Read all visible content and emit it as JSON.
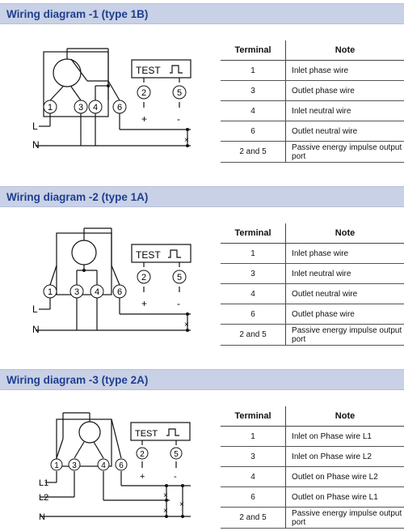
{
  "sections": [
    {
      "title": "Wiring diagram -1 (type 1B)",
      "labels": {
        "terminals": [
          "1",
          "3",
          "4",
          "6"
        ],
        "pulse_terminals": [
          "2",
          "5"
        ],
        "test": "TEST",
        "plus": "+",
        "minus": "-",
        "L": "L",
        "N": "N"
      },
      "table": {
        "headers": [
          "Terminal",
          "Note"
        ],
        "rows": [
          {
            "terminal": "1",
            "note": "Inlet phase wire"
          },
          {
            "terminal": "3",
            "note": "Outlet phase wire"
          },
          {
            "terminal": "4",
            "note": "Inlet neutral wire"
          },
          {
            "terminal": "6",
            "note": "Outlet neutral wire"
          },
          {
            "terminal": "2 and 5",
            "note": "Passive energy impulse output port"
          }
        ]
      }
    },
    {
      "title": "Wiring diagram -2 (type 1A)",
      "labels": {
        "terminals": [
          "1",
          "3",
          "4",
          "6"
        ],
        "pulse_terminals": [
          "2",
          "5"
        ],
        "test": "TEST",
        "plus": "+",
        "minus": "-",
        "L": "L",
        "N": "N"
      },
      "table": {
        "headers": [
          "Terminal",
          "Note"
        ],
        "rows": [
          {
            "terminal": "1",
            "note": "Inlet phase wire"
          },
          {
            "terminal": "3",
            "note": "Inlet neutral wire"
          },
          {
            "terminal": "4",
            "note": "Outlet neutral wire"
          },
          {
            "terminal": "6",
            "note": "Outlet phase wire"
          },
          {
            "terminal": "2 and 5",
            "note": "Passive energy impulse output port"
          }
        ]
      }
    },
    {
      "title": "Wiring diagram -3 (type 2A)",
      "labels": {
        "terminals": [
          "1",
          "3",
          "4",
          "6"
        ],
        "pulse_terminals": [
          "2",
          "5"
        ],
        "test": "TEST",
        "plus": "+",
        "minus": "-",
        "L1": "L1",
        "L2": "L2",
        "N": "N"
      },
      "table": {
        "headers": [
          "Terminal",
          "Note"
        ],
        "rows": [
          {
            "terminal": "1",
            "note": "Inlet on Phase wire L1"
          },
          {
            "terminal": "3",
            "note": "Inlet on Phase wire L2"
          },
          {
            "terminal": "4",
            "note": "Outlet on Phase wire L2"
          },
          {
            "terminal": "6",
            "note": "Outlet on Phase wire L1"
          },
          {
            "terminal": "2 and 5",
            "note": "Passive energy impulse output port"
          }
        ]
      }
    }
  ]
}
